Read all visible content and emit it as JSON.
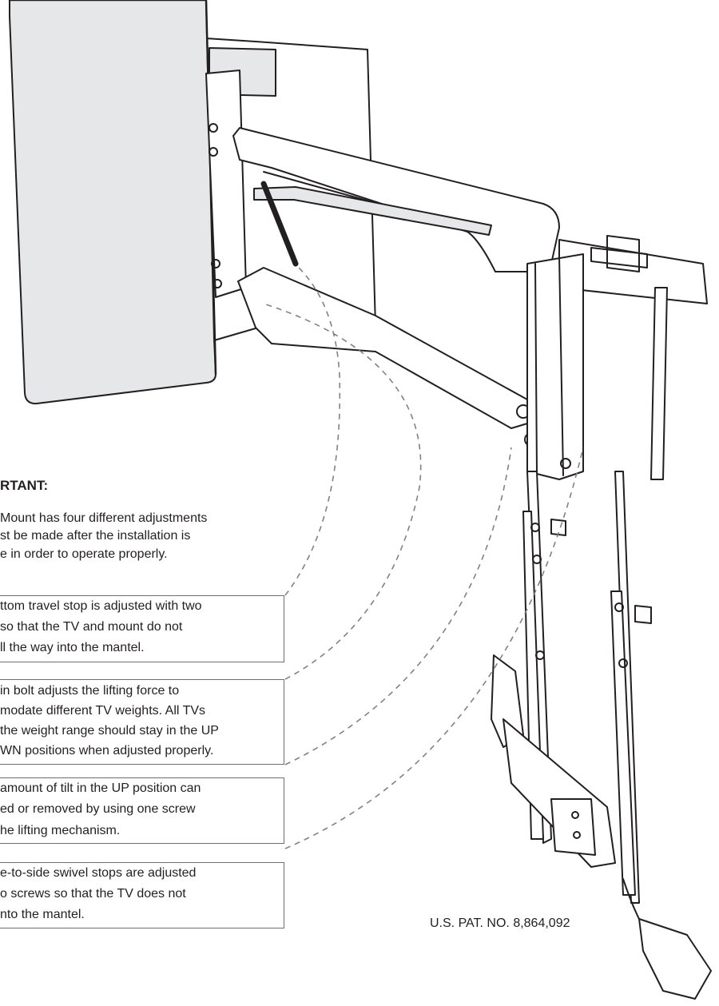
{
  "heading": "RTANT:",
  "intro_lines": [
    "Mount has four different adjustments",
    "st be made after the installation is",
    "e in order to operate properly."
  ],
  "notes": [
    {
      "lines": [
        "ttom travel stop is adjusted with two",
        "so that the TV and mount do not",
        "ll the way into the mantel."
      ]
    },
    {
      "lines": [
        "in bolt adjusts the lifting force to",
        "modate different TV weights. All TVs",
        "the weight range should stay in the UP",
        "WN positions when adjusted properly."
      ]
    },
    {
      "lines": [
        "amount of tilt in the UP position can",
        "ed or removed by using one screw",
        "he lifting mechanism."
      ]
    },
    {
      "lines": [
        "e-to-side swivel stops are adjusted",
        "o screws so that the TV does not",
        "nto the mantel."
      ]
    }
  ],
  "patent": "U.S. PAT. NO. 8,864,092",
  "colors": {
    "text": "#231f20",
    "line": "#231f20",
    "panel_fill": "#e6e7e8",
    "box_border": "#6d6e71",
    "leader": "#808285"
  }
}
